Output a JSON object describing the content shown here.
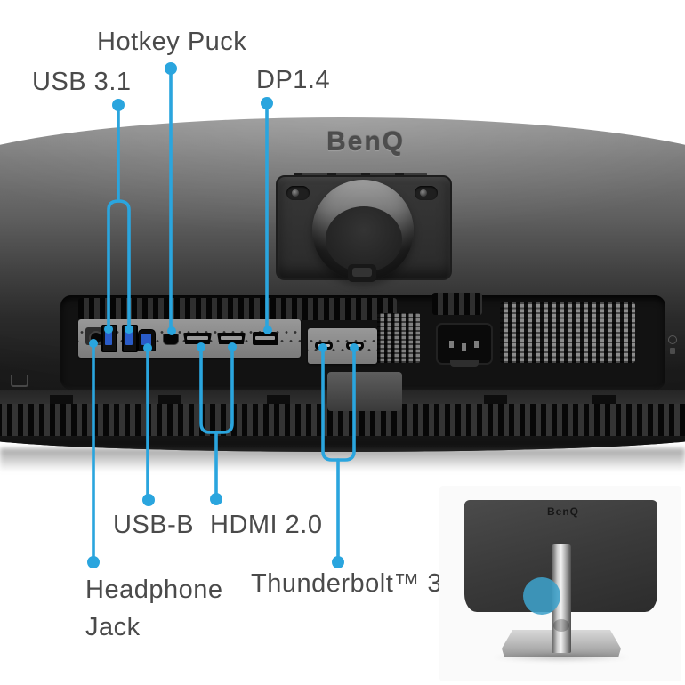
{
  "title": "BenQ monitor rear port diagram",
  "brand": {
    "logo": "BenQ"
  },
  "labels": {
    "usb31": "USB 3.1",
    "hotkey_puck": "Hotkey Puck",
    "dp14": "DP1.4",
    "usbb": "USB-B",
    "hdmi20": "HDMI 2.0",
    "headphone_line1": "Headphone",
    "headphone_line2": "Jack",
    "thunderbolt": "Thunderbolt™ 3"
  },
  "colors": {
    "background": "#ffffff",
    "callout": "#2aa5de",
    "label_text": "#4a4a4a",
    "usb_port_blue": "#2a5cc8",
    "inset_highlight": "#3da0c9"
  },
  "ports": [
    {
      "name": "headphone-jack"
    },
    {
      "name": "usb-a-1"
    },
    {
      "name": "usb-a-2"
    },
    {
      "name": "usb-b"
    },
    {
      "name": "mini-usb-hotkey-puck"
    },
    {
      "name": "hdmi-1"
    },
    {
      "name": "hdmi-2"
    },
    {
      "name": "displayport"
    },
    {
      "name": "thunderbolt-1"
    },
    {
      "name": "thunderbolt-2"
    },
    {
      "name": "ac-power-inlet"
    }
  ]
}
